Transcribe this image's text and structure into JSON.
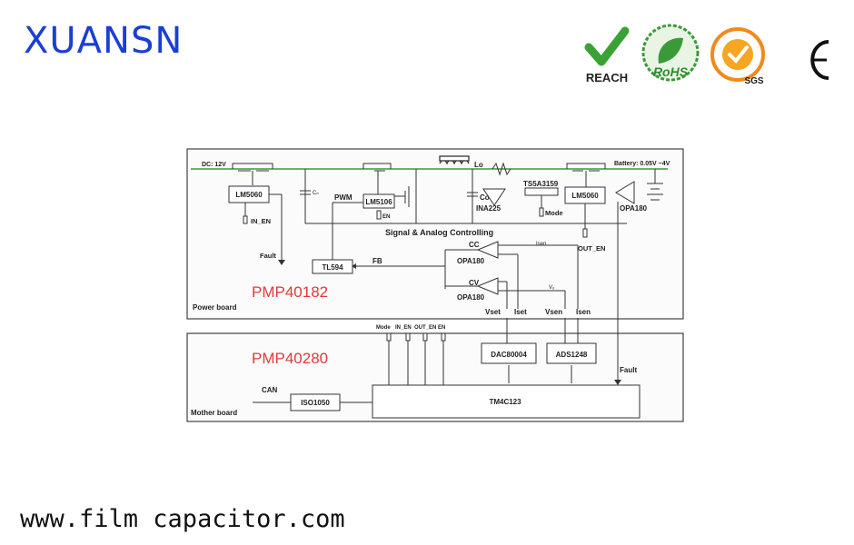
{
  "header": {
    "brand": "XUANSN",
    "certs": {
      "reach": "REACH",
      "rohs": "RoHS",
      "sgs": "SGS",
      "ce": "CE"
    }
  },
  "footer": {
    "url": "www.film capacitor.com"
  },
  "colors": {
    "brand": "#1a3fd6",
    "pmp_label": "#e03a3a",
    "reach_green": "#3aa235",
    "sgs_orange": "#f08a1c",
    "wire_green": "#3a9a3a"
  },
  "power_board": {
    "board_label": "Power board",
    "pmp_label": "PMP40182",
    "dc_label": "DC: 12V",
    "battery_label": "Battery: 0.05V ~4V",
    "lm5060_left": "LM5060",
    "in_en": "IN_EN",
    "fault": "Fault",
    "cin": "Cₙ",
    "pwm": "PWM",
    "lm5106": "LM5106",
    "en": "EN",
    "lo": "Lo",
    "co": "Co",
    "ina225": "INA225",
    "ts5a3159": "TS5A3159",
    "mode": "Mode",
    "lm5060_right": "LM5060",
    "opa180_right": "OPA180",
    "signal_analog": "Signal & Analog Controlling",
    "isen_small": "Isen",
    "out_en": "OUT_EN",
    "cc": "CC",
    "opa180_cc": "OPA180",
    "tl594": "TL594",
    "fb": "FB",
    "cv": "CV",
    "opa180_cv": "OPA180",
    "vo": "Vₒ",
    "vset": "Vset",
    "iset": "Iset",
    "vsen": "Vsen",
    "isen": "Isen"
  },
  "mother_board": {
    "board_label": "Mother board",
    "pmp_label": "PMP40280",
    "pins": [
      "Mode",
      "IN_EN",
      "OUT_EN",
      "EN"
    ],
    "dac": "DAC80004",
    "ads": "ADS1248",
    "fault": "Fault",
    "can": "CAN",
    "iso": "ISO1050",
    "mcu": "TM4C123"
  }
}
